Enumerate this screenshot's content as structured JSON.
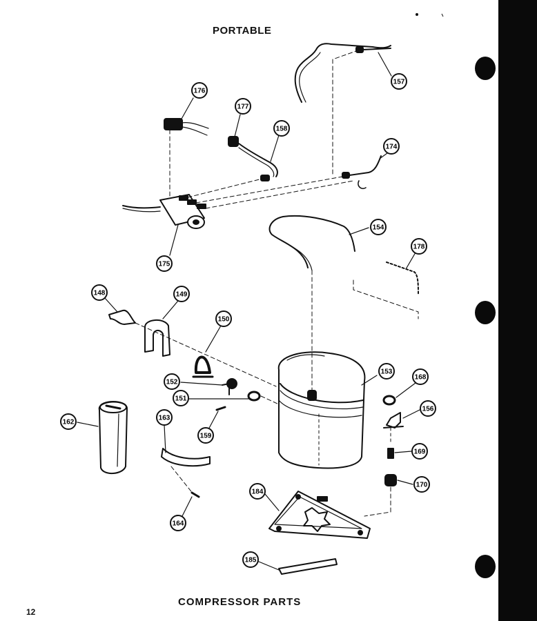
{
  "header": {
    "title": "PORTABLE"
  },
  "footer": {
    "title": "COMPRESSOR PARTS",
    "page_number": "12"
  },
  "callouts": [
    {
      "id": "c157",
      "label": "157"
    },
    {
      "id": "c176",
      "label": "176"
    },
    {
      "id": "c177",
      "label": "177"
    },
    {
      "id": "c158",
      "label": "158"
    },
    {
      "id": "c174",
      "label": "174"
    },
    {
      "id": "c175",
      "label": "175"
    },
    {
      "id": "c154",
      "label": "154"
    },
    {
      "id": "c178",
      "label": "178"
    },
    {
      "id": "c148",
      "label": "148"
    },
    {
      "id": "c149",
      "label": "149"
    },
    {
      "id": "c150",
      "label": "150"
    },
    {
      "id": "c153",
      "label": "153"
    },
    {
      "id": "c168",
      "label": "168"
    },
    {
      "id": "c152",
      "label": "152"
    },
    {
      "id": "c151",
      "label": "151"
    },
    {
      "id": "c156",
      "label": "156"
    },
    {
      "id": "c162",
      "label": "162"
    },
    {
      "id": "c163",
      "label": "163"
    },
    {
      "id": "c159",
      "label": "159"
    },
    {
      "id": "c169",
      "label": "169"
    },
    {
      "id": "c170",
      "label": "170"
    },
    {
      "id": "c184",
      "label": "184"
    },
    {
      "id": "c164",
      "label": "164"
    },
    {
      "id": "c185",
      "label": "185"
    }
  ],
  "colors": {
    "ink": "#111111",
    "paper": "#ffffff"
  }
}
